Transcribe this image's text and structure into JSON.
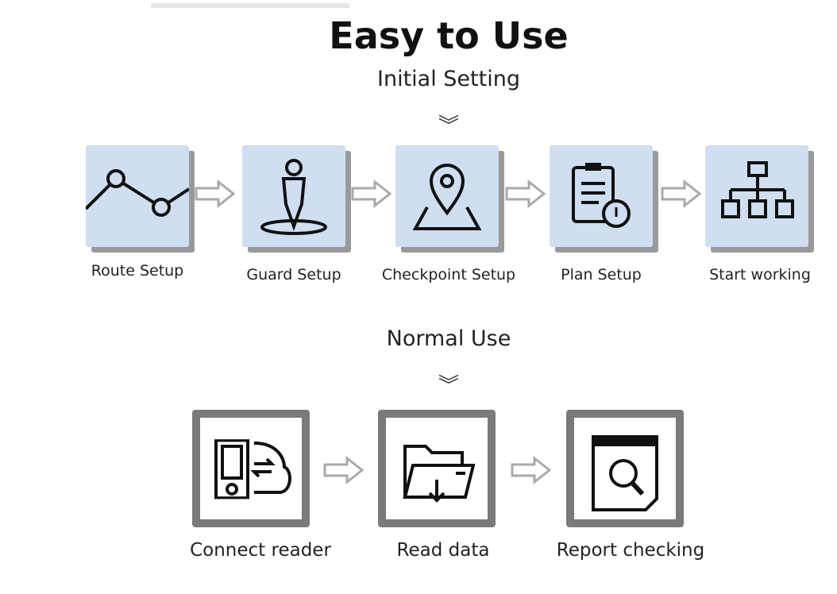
{
  "title": "Easy to Use",
  "initial": {
    "heading": "Initial Setting",
    "steps": [
      {
        "label": "Route Setup",
        "icon": "route-icon"
      },
      {
        "label": "Guard Setup",
        "icon": "guard-icon"
      },
      {
        "label": "Checkpoint Setup",
        "icon": "location-pin-icon"
      },
      {
        "label": "Plan Setup",
        "icon": "clipboard-timer-icon"
      },
      {
        "label": "Start working",
        "icon": "org-chart-icon"
      }
    ]
  },
  "normal": {
    "heading": "Normal Use",
    "steps": [
      {
        "label": "Connect reader",
        "icon": "reader-cloud-icon"
      },
      {
        "label": "Read data",
        "icon": "folder-download-icon"
      },
      {
        "label": "Report checking",
        "icon": "calendar-search-icon"
      }
    ]
  },
  "chevron": "≚",
  "colors": {
    "tile": "#cfdef0",
    "shadow": "#9a9a9a",
    "frame": "#7a7a7a"
  }
}
